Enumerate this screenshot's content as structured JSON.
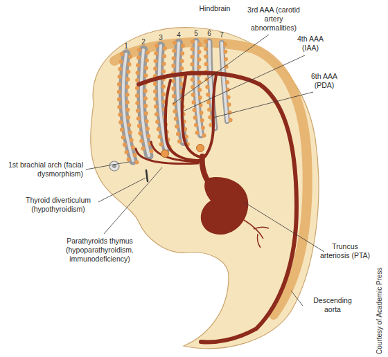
{
  "diagram": {
    "labels": [
      "Hindbrain",
      "1",
      "2",
      "3",
      "4",
      "5",
      "6",
      "7",
      "3rd AAA (carotid artery abnormalities)",
      "4th AAA (IAA)",
      "6th AAA (PDA)",
      "1st brachial arch (facial dysmorphism)",
      "Thyroid diverticulum (hypothyroidism)",
      "Parathyroids thymus (hypoparathyroidism. immunodeficiency)",
      "Truncus arteriosis (PTA)",
      "Descending aorta",
      "Courtesy of Academic Press"
    ]
  }
}
